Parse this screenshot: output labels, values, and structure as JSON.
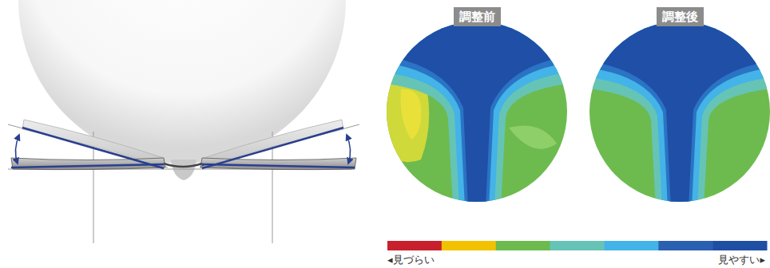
{
  "diagram": {
    "nodes": [
      {
        "text": [
          "調整前"
        ]
      },
      {
        "text": [
          "調整後"
        ]
      }
    ],
    "labels": [
      "◂見づらい",
      "見やすい▸"
    ]
  }
}
